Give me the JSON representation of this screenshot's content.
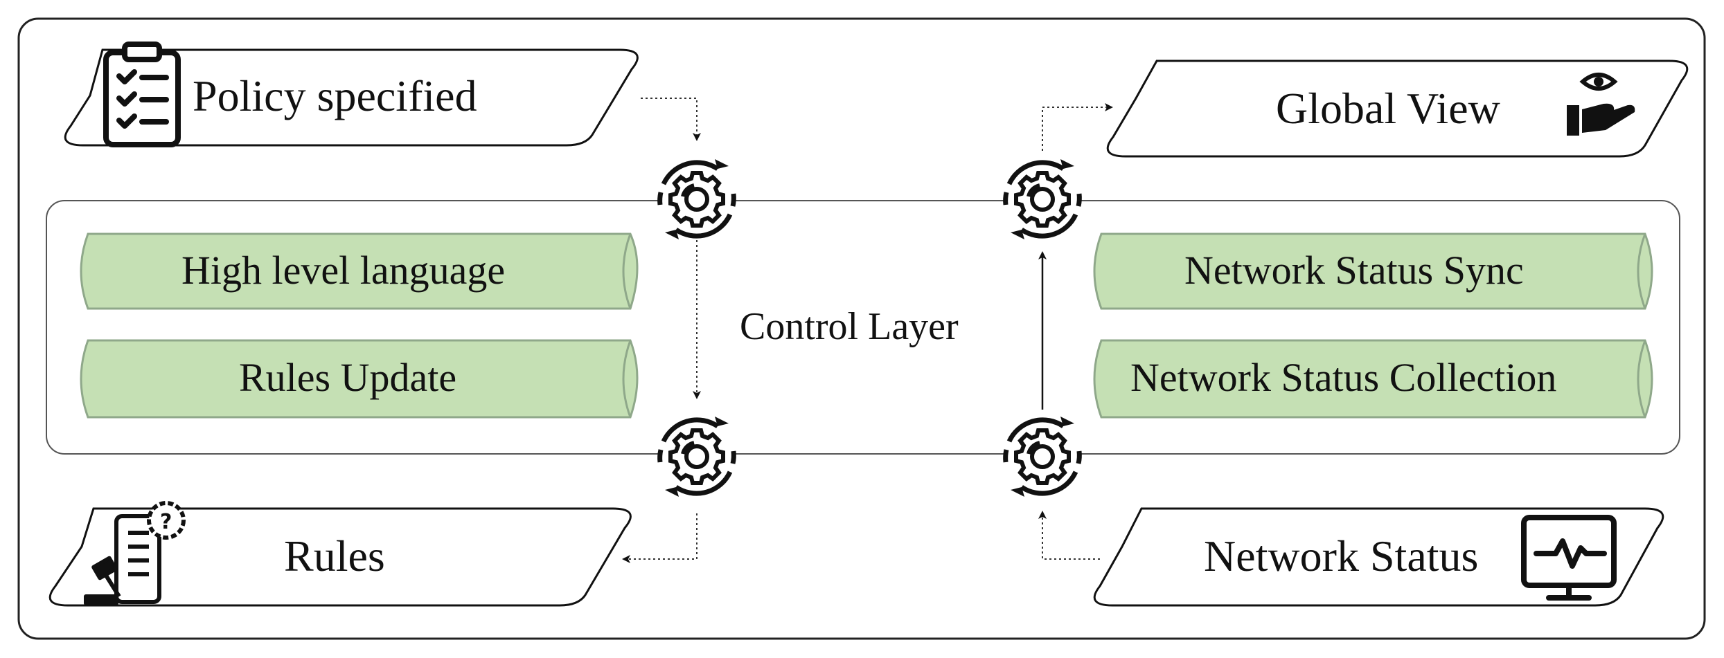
{
  "inputs": {
    "policy_specified": "Policy specified",
    "rules": "Rules"
  },
  "outputs": {
    "global_view": "Global View",
    "network_status": "Network Status"
  },
  "control_layer": {
    "label": "Control Layer",
    "left_modules": [
      "High level language",
      "Rules Update"
    ],
    "right_modules": [
      "Network Status Sync",
      "Network Status Collection"
    ]
  },
  "colors": {
    "module_fill": "#c5e0b4",
    "module_stroke": "#8fa88a",
    "outline": "#111111"
  },
  "icons": [
    "checklist-icon",
    "rules-gavel-icon",
    "eye-hand-icon",
    "monitor-pulse-icon",
    "gear-cycle-icon"
  ]
}
